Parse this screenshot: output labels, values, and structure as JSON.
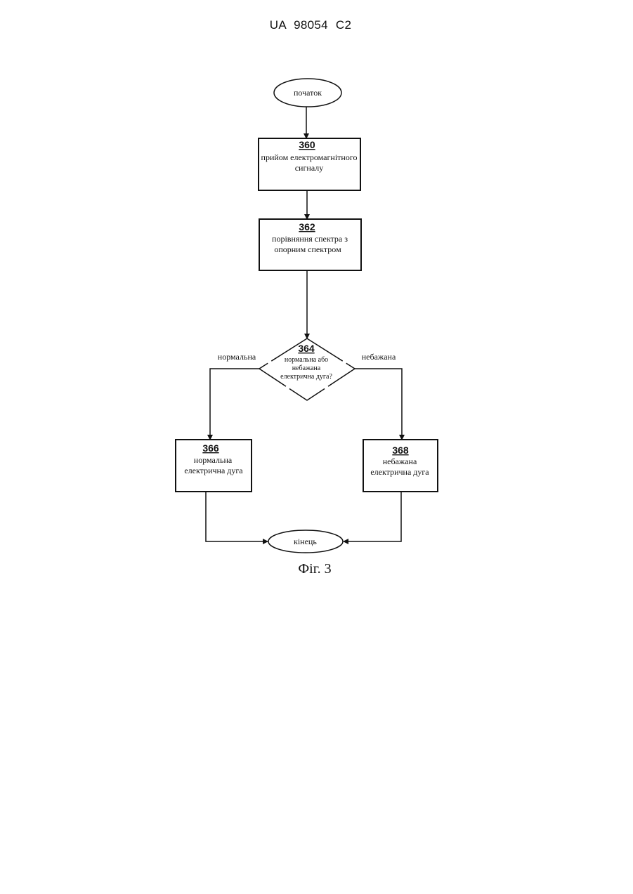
{
  "header": {
    "doc_id": "UA 98054 C2"
  },
  "flowchart": {
    "start": "початок",
    "step_360": {
      "number": "360",
      "line1": "прийом електромагнітного",
      "line2": "сигналу"
    },
    "step_362": {
      "number": "362",
      "line1": "порівняння спектра з",
      "line2": "опорним спектром"
    },
    "decision_364": {
      "number": "364",
      "line1": "нормальна або",
      "line2": "небажана",
      "line3": "електрична дуга?"
    },
    "branch_left": "нормальна",
    "branch_right": "небажана",
    "step_366": {
      "number": "366",
      "line1": "нормальна",
      "line2": "електрична дуга"
    },
    "step_368": {
      "number": "368",
      "line1": "небажана",
      "line2": "електрична дуга"
    },
    "end": "кінець"
  },
  "caption": "Фіг. 3"
}
